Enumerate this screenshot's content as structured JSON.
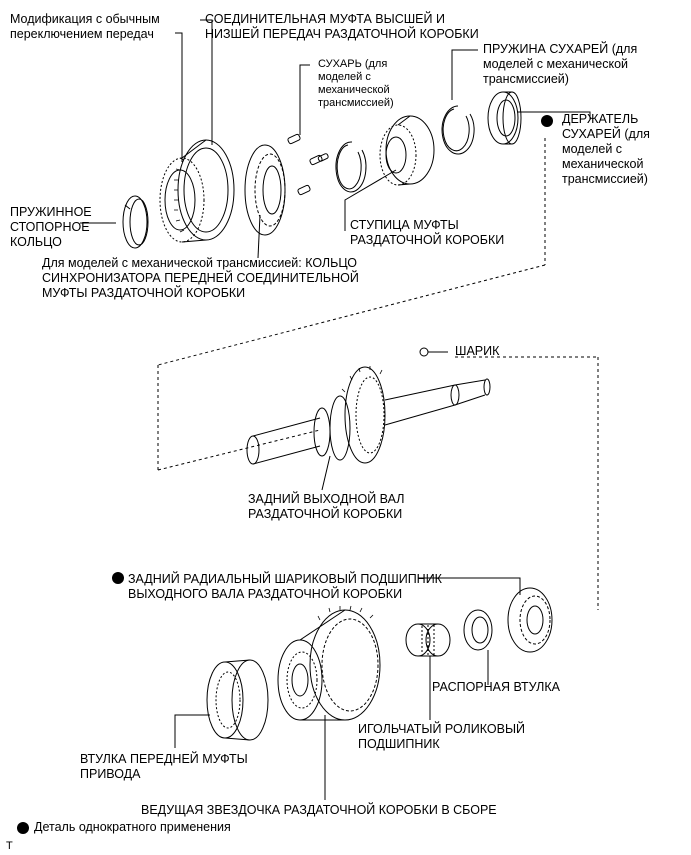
{
  "labels": {
    "modification": "Модификация с обычным\nпереключением передач",
    "hi_lo_sleeve": "СОЕДИНИТЕЛЬНАЯ МУФТА ВЫСШЕЙ И\nНИЗШЕЙ ПЕРЕДАЧ РАЗДАТОЧНОЙ КОРОБКИ",
    "shifting_key": "СУХАРЬ (для\nмоделей с\nмеханической\nтрансмиссией)",
    "key_spring": "ПРУЖИНА СУХАРЕЙ (для\nмоделей с механической\nтрансмиссией)",
    "key_retainer": "ДЕРЖАТЕЛЬ\nСУХАРЕЙ (для\nмоделей с\nмеханической\nтрансмиссией)",
    "snap_ring": "ПРУЖИННОЕ\nСТОПОРНОЕ\nКОЛЬЦО",
    "clutch_hub": "СТУПИЦА МУФТЫ\nРАЗДАТОЧНОЙ КОРОБКИ",
    "synchronizer_ring": "Для моделей с механической трансмиссией: КОЛЬЦО\nСИНХРОНИЗАТОРА ПЕРЕДНЕЙ СОЕДИНИТЕЛЬНОЙ\nМУФТЫ РАЗДАТОЧНОЙ КОРОБКИ",
    "ball": "ШАРИК",
    "rear_output_shaft": "ЗАДНИЙ ВЫХОДНОЙ ВАЛ\nРАЗДАТОЧНОЙ КОРОБКИ",
    "rear_bearing": "ЗАДНИЙ РАДИАЛЬНЫЙ ШАРИКОВЫЙ ПОДШИПНИК\nВЫХОДНОГО ВАЛА РАЗДАТОЧНОЙ КОРОБКИ",
    "spacer": "РАСПОРНАЯ ВТУЛКА",
    "needle_bearing": "ИГОЛЬЧАТЫЙ РОЛИКОВЫЙ\nПОДШИПНИК",
    "front_drive_sleeve": "ВТУЛКА ПЕРЕДНЕЙ МУФТЫ\nПРИВОДА",
    "drive_sprocket": "ВЕДУЩАЯ ЗВЕЗДОЧКА РАЗДАТОЧНОЙ КОРОБКИ В СБОРЕ",
    "legend_non_reusable": "Деталь однократного применения",
    "corner_mark": "T"
  }
}
